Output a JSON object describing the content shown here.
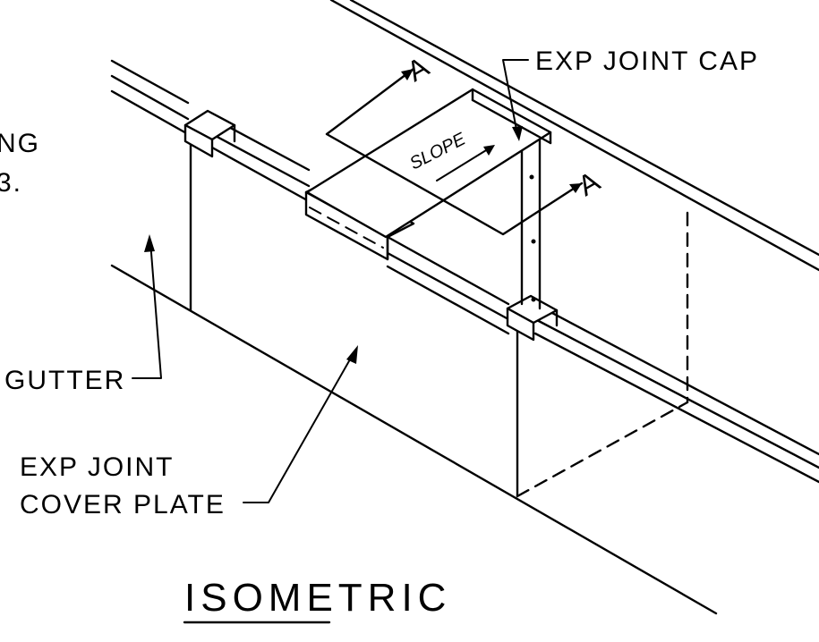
{
  "labels": {
    "cut_text_line1": "NG",
    "cut_text_line2": "3.",
    "exp_joint_cap": "EXP JOINT CAP",
    "slope": "SLOPE",
    "section_mark_top": "A",
    "section_mark_right": "A",
    "gutter": "GUTTER",
    "exp_joint_cover_line1": "EXP JOINT",
    "exp_joint_cover_line2": "COVER PLATE",
    "view_title": "ISOMETRIC"
  }
}
